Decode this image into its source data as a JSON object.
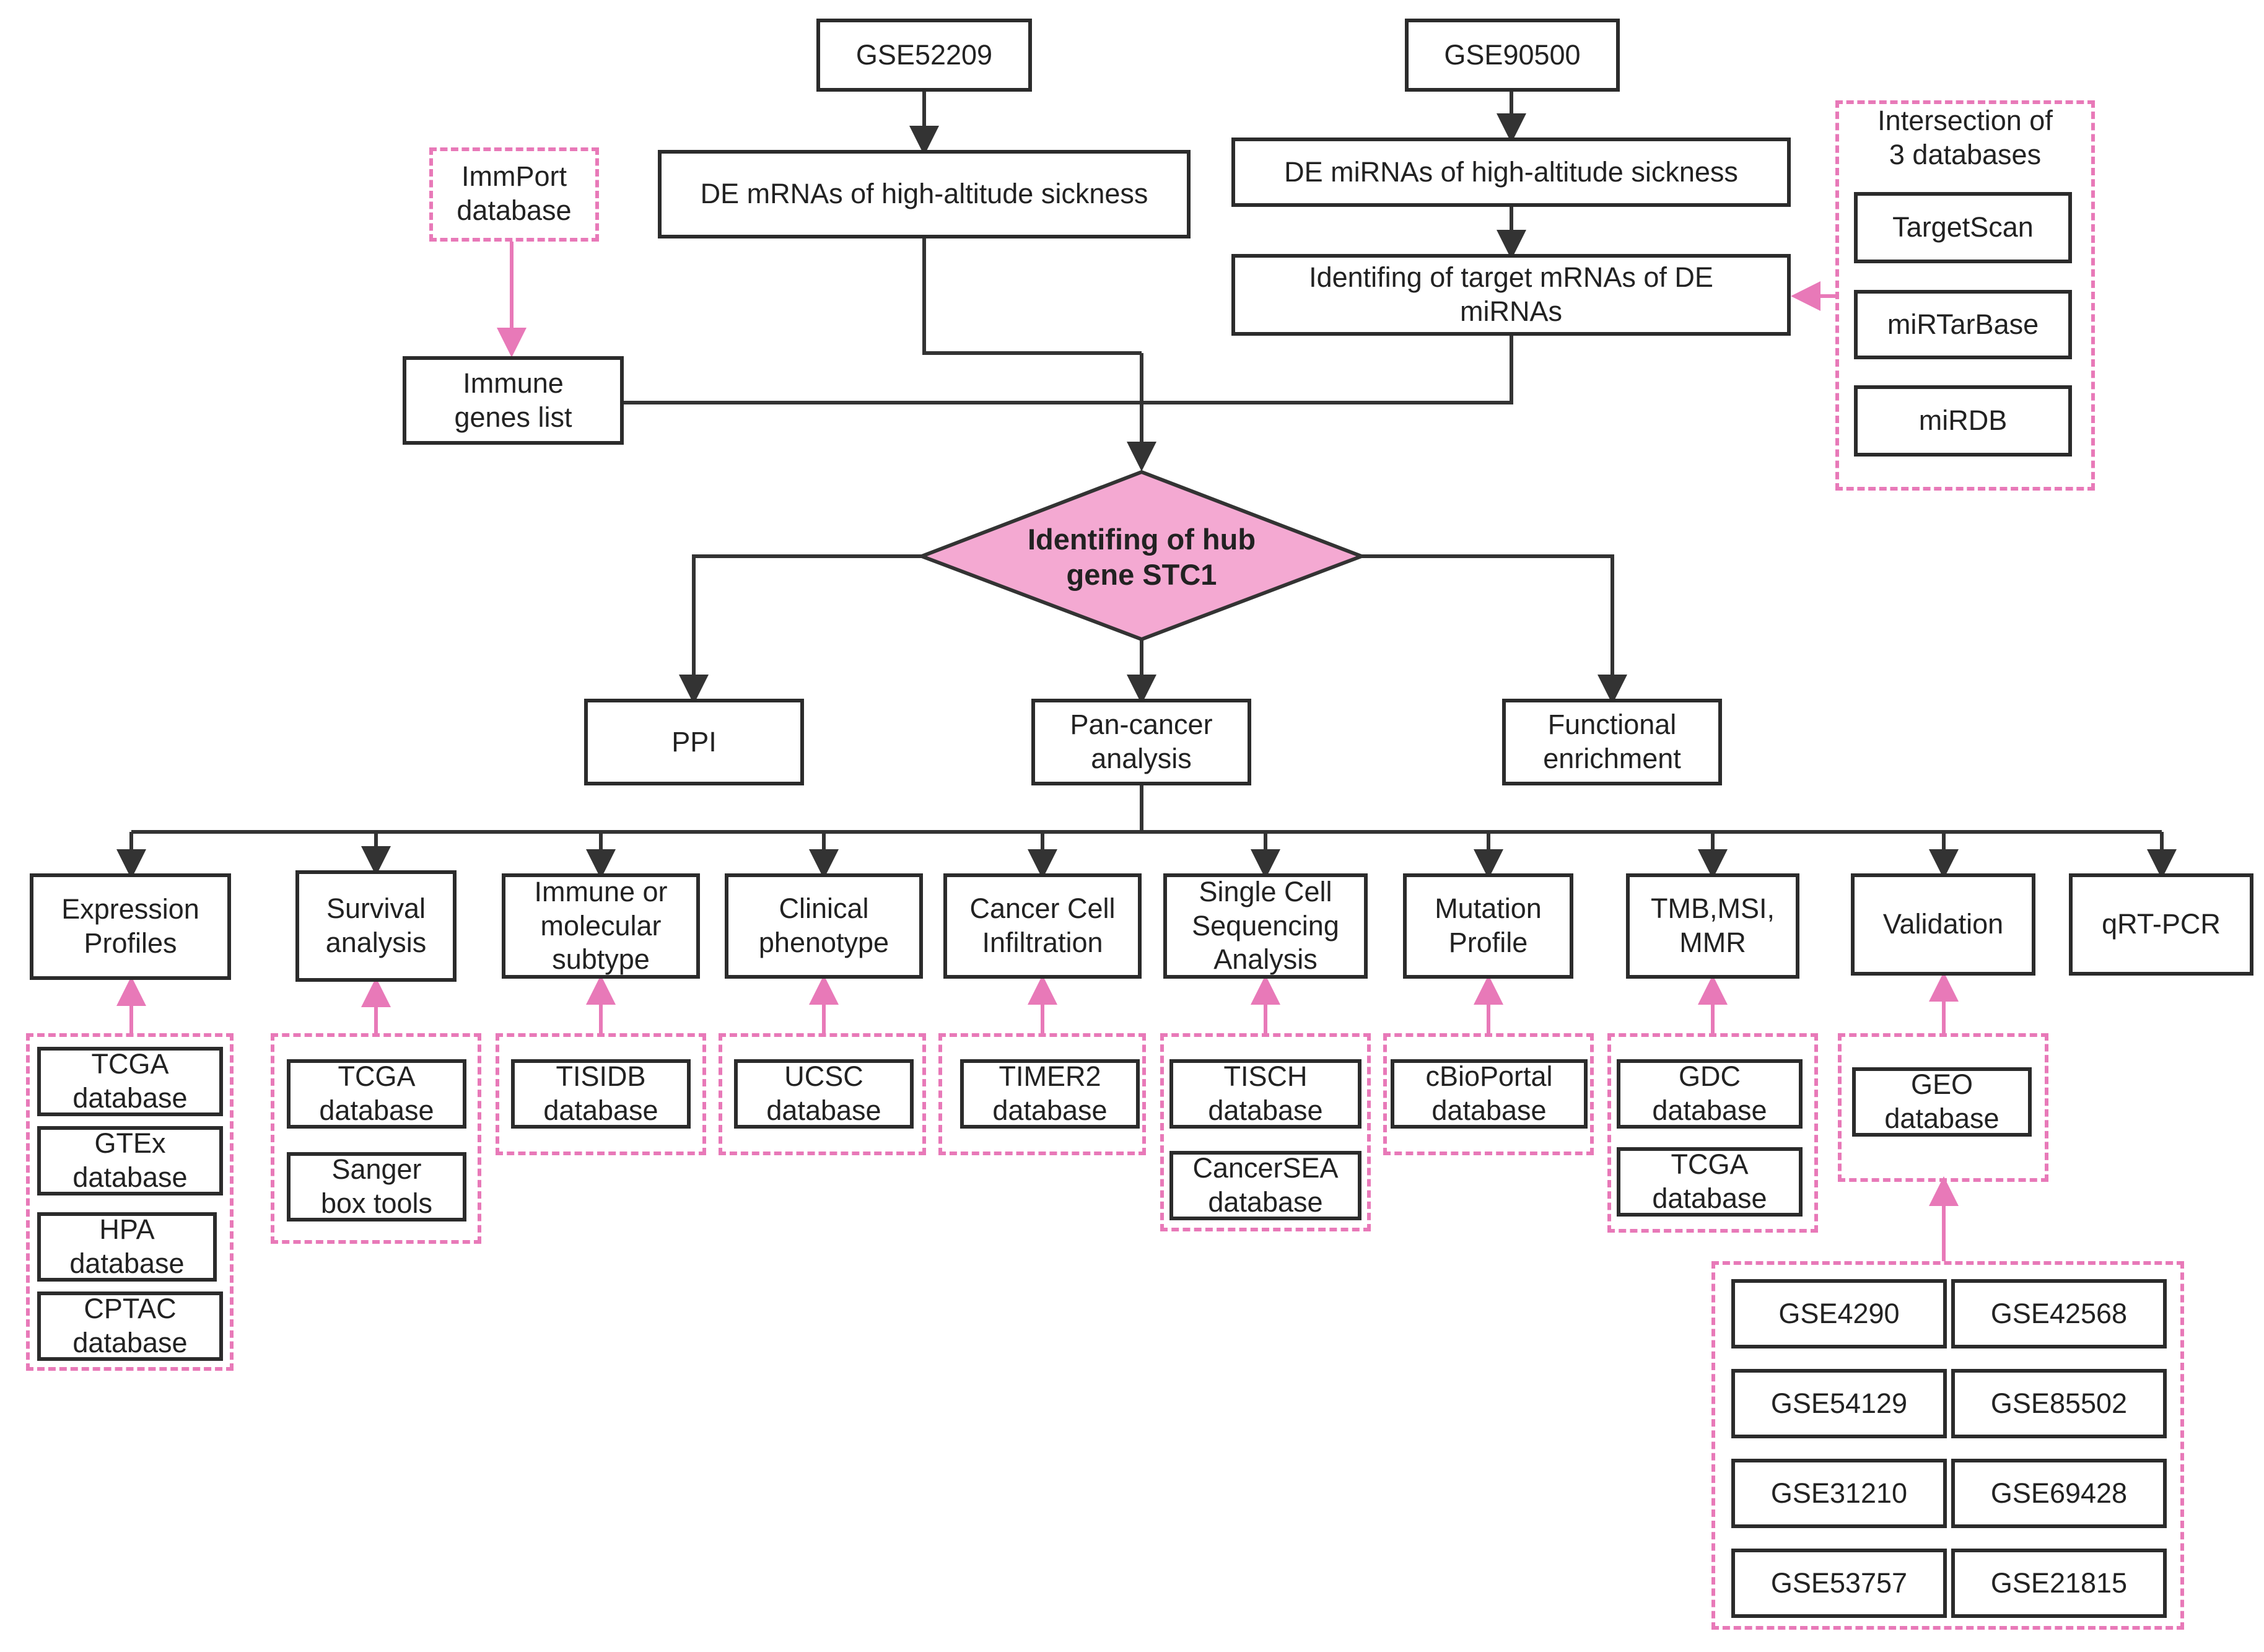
{
  "colors": {
    "accent_pink": "#e879b8",
    "diamond_fill": "#f4a9d2",
    "line_dark": "#333333",
    "box_border": "#2b2b2b"
  },
  "sources": {
    "gse52209": "GSE52209",
    "gse90500": "GSE90500",
    "immport": "ImmPort\ndatabase",
    "intersection_title": "Intersection of\n3 databases",
    "targetscan": "TargetScan",
    "mirtarbase": "miRTarBase",
    "mirdb": "miRDB"
  },
  "steps": {
    "de_mrnas": "DE mRNAs of high-altitude sickness",
    "de_mirnas": "DE miRNAs of high-altitude sickness",
    "target_mrnas": "Identifing of target mRNAs of DE\nmiRNAs",
    "immune_genes": "Immune\ngenes list",
    "hub_gene": "Identifing of hub\ngene STC1",
    "ppi": "PPI",
    "pan_cancer": "Pan-cancer\nanalysis",
    "functional": "Functional\nenrichment"
  },
  "analyses": [
    {
      "label": "Expression\nProfiles",
      "dbs": [
        "TCGA\ndatabase",
        "GTEx\ndatabase",
        "HPA\ndatabase",
        "CPTAC\ndatabase"
      ]
    },
    {
      "label": "Survival\nanalysis",
      "dbs": [
        "TCGA\ndatabase",
        "Sanger\nbox tools"
      ]
    },
    {
      "label": "Immune or\nmolecular\nsubtype",
      "dbs": [
        "TISIDB\ndatabase"
      ]
    },
    {
      "label": "Clinical\nphenotype",
      "dbs": [
        "UCSC\ndatabase"
      ]
    },
    {
      "label": "Cancer Cell\nInfiltration",
      "dbs": [
        "TIMER2\ndatabase"
      ]
    },
    {
      "label": "Single Cell\nSequencing\nAnalysis",
      "dbs": [
        "TISCH\ndatabase",
        "CancerSEA\ndatabase"
      ]
    },
    {
      "label": "Mutation\nProfile",
      "dbs": [
        "cBioPortal\ndatabase"
      ]
    },
    {
      "label": "TMB,MSI,\nMMR",
      "dbs": [
        "GDC\ndatabase",
        "TCGA\ndatabase"
      ]
    },
    {
      "label": "Validation",
      "dbs": [
        "GEO\ndatabase"
      ]
    },
    {
      "label": "qRT-PCR",
      "dbs": []
    }
  ],
  "geo_datasets": [
    "GSE4290",
    "GSE42568",
    "GSE54129",
    "GSE85502",
    "GSE31210",
    "GSE69428",
    "GSE53757",
    "GSE21815"
  ]
}
